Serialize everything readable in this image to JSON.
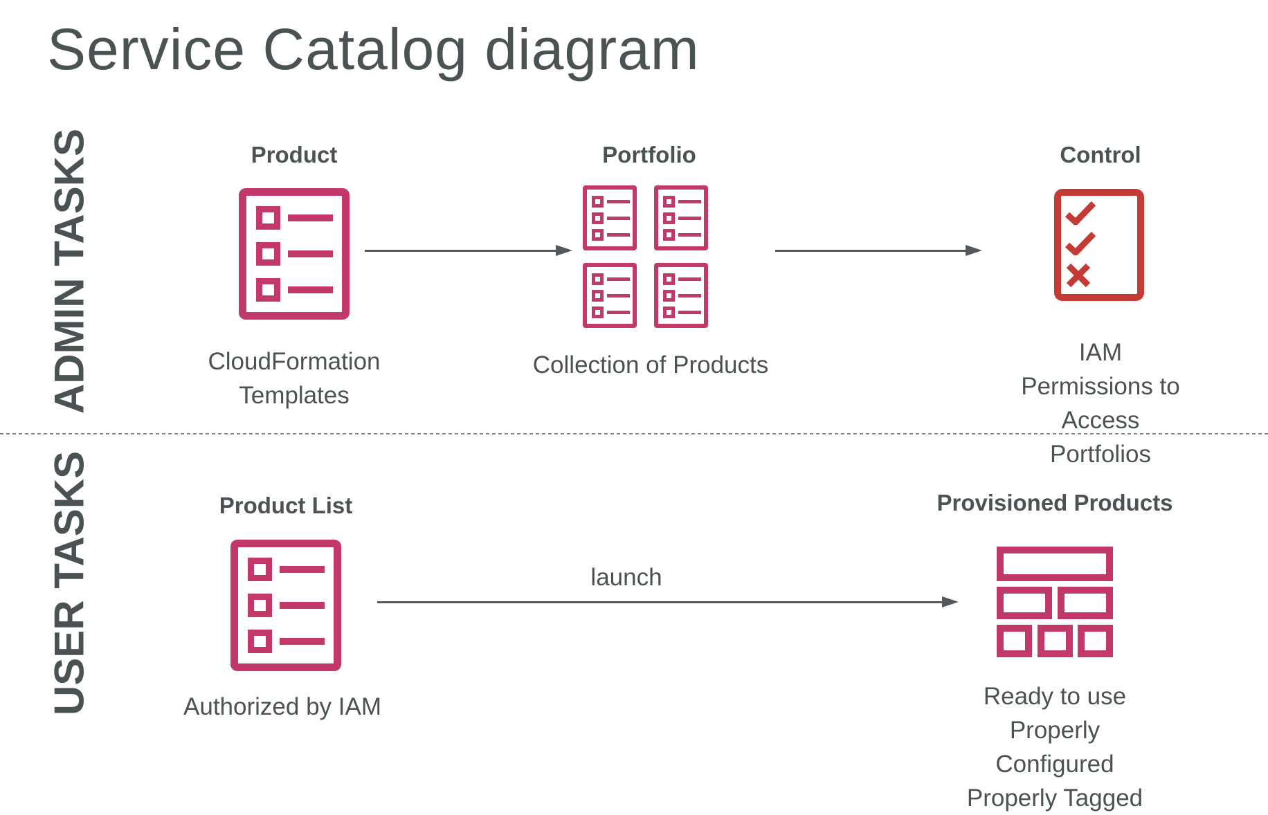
{
  "title": "Service Catalog diagram",
  "colors": {
    "accent_pink": "#c2386b",
    "accent_red": "#c43b35",
    "text": "#4b5254",
    "arrow": "#54585a"
  },
  "admin_row": {
    "label": "ADMIN TASKS",
    "product": {
      "heading": "Product",
      "icon": "list-document-icon",
      "caption": "CloudFormation\nTemplates"
    },
    "portfolio": {
      "heading": "Portfolio",
      "icon": "list-document-grid-icon",
      "caption": "Collection of Products"
    },
    "control": {
      "heading": "Control",
      "icon": "checklist-icon",
      "caption": "IAM Permissions to\nAccess Portfolios"
    }
  },
  "user_row": {
    "label": "USER TASKS",
    "product_list": {
      "heading": "Product List",
      "icon": "list-document-icon",
      "caption": "Authorized by IAM"
    },
    "launch_arrow_label": "launch",
    "provisioned_products": {
      "heading": "Provisioned Products",
      "icon": "bricks-icon",
      "caption": "Ready to use\nProperly Configured\nProperly Tagged"
    }
  }
}
